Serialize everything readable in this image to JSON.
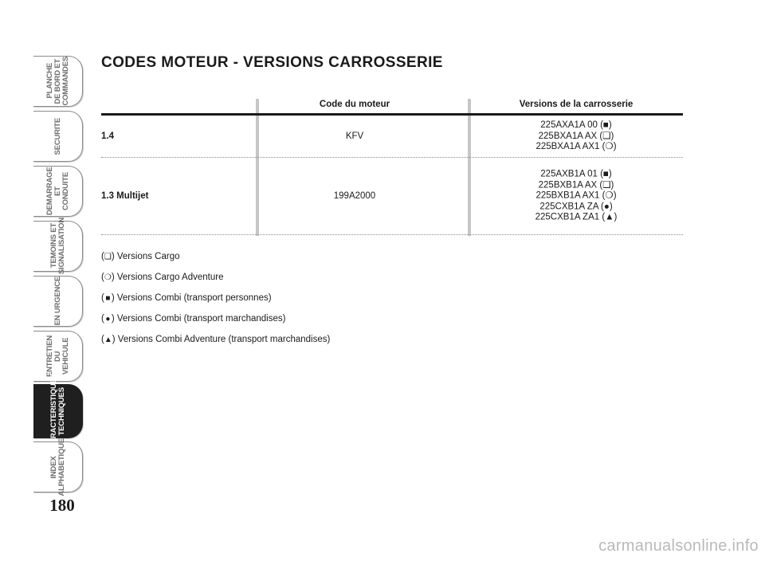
{
  "side_tabs": [
    {
      "label": "PLANCHE\nDE BORD ET\nCOMMANDES",
      "active": false
    },
    {
      "label": "SECURITE",
      "active": false
    },
    {
      "label": "DEMARRAGE\nET CONDUITE",
      "active": false
    },
    {
      "label": "TEMOINS ET\nSIGNALISATION",
      "active": false
    },
    {
      "label": "EN URGENCE",
      "active": false
    },
    {
      "label": "ENTRETIEN DU\nVEHICULE",
      "active": false
    },
    {
      "label": "CARACTERISTIQUES\nTECHNIQUES",
      "active": true
    },
    {
      "label": "INDEX\nALPHABETIQUE",
      "active": false
    }
  ],
  "page_number": "180",
  "watermark": "carmanualsonline.info",
  "title": "CODES MOTEUR - VERSIONS CARROSSERIE",
  "table": {
    "headers": {
      "engine_code": "Code du moteur",
      "body_versions": "Versions de la carrosserie"
    },
    "rows": [
      {
        "model": "1.4",
        "engine_code": "KFV",
        "versions": [
          "225AXA1A 00 (■)",
          "225BXA1A AX (❑)",
          "225BXA1A AX1 (❍)"
        ]
      },
      {
        "model": "1.3 Multijet",
        "engine_code": "199A2000",
        "versions": [
          "225AXB1A 01 (■)",
          "225BXB1A AX (❑)",
          "225BXB1A AX1 (❍)",
          "225CXB1A ZA (●)",
          "225CXB1A ZA1 (▲)"
        ]
      }
    ]
  },
  "legend": [
    {
      "symbol": "❑",
      "text": "Versions Cargo"
    },
    {
      "symbol": "❍",
      "text": "Versions Cargo Adventure"
    },
    {
      "symbol": "■",
      "text": "Versions Combi (transport personnes)"
    },
    {
      "symbol": "●",
      "text": "Versions Combi (transport marchandises)"
    },
    {
      "symbol": "▲",
      "text": "Versions Combi Adventure (transport marchandises)"
    }
  ]
}
